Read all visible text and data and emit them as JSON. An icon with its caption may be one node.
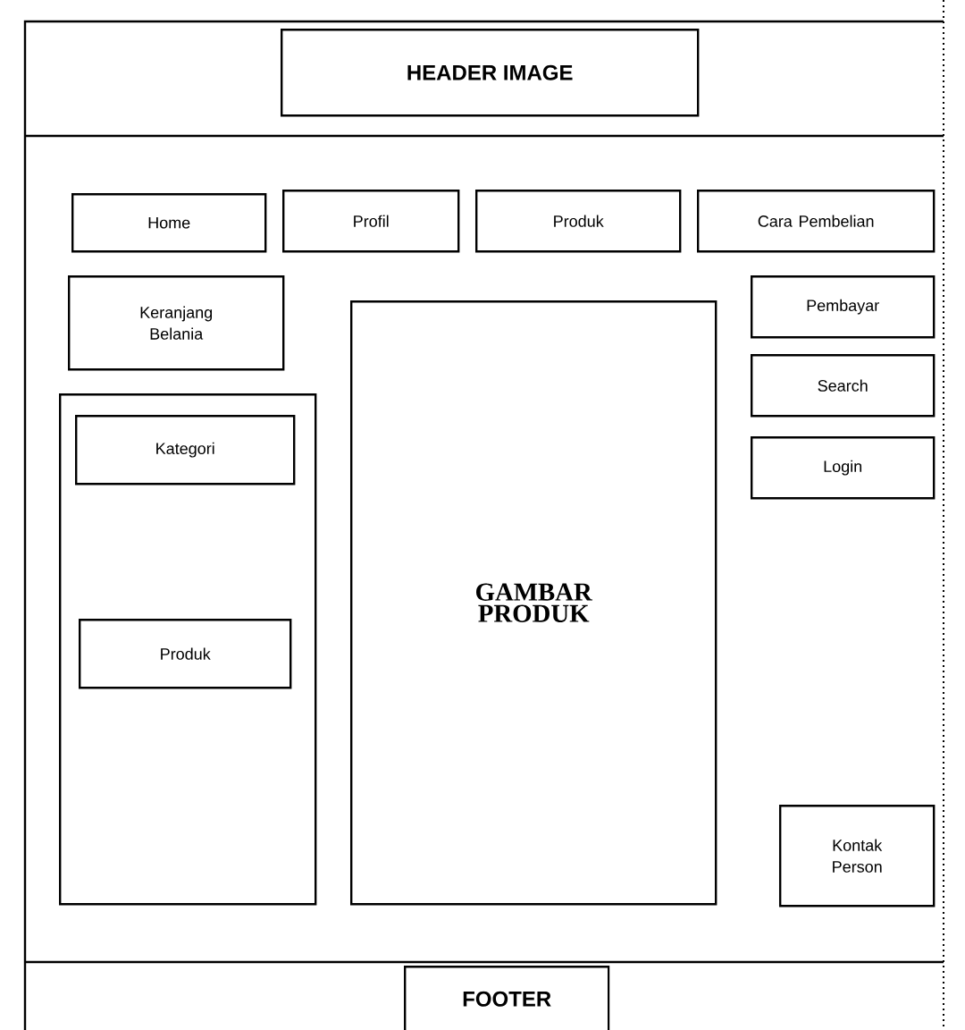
{
  "diagram": {
    "nodes": [
      {
        "text": [
          "HEADER IMAGE"
        ]
      },
      {
        "text": [
          "Home"
        ]
      },
      {
        "text": [
          "Profil"
        ]
      },
      {
        "text": [
          "Produk"
        ]
      },
      {
        "text": [
          "Cara Pembelian"
        ]
      },
      {
        "text": [
          "Keranjang Belania"
        ]
      },
      {
        "text": [],
        "shape": "box"
      },
      {
        "text": [
          "Kategori"
        ],
        "in": 6
      },
      {
        "text": [
          "Produk"
        ],
        "in": 6
      },
      {
        "text": [
          "GAMBAR PRODUK"
        ]
      },
      {
        "text": [
          "Pembayar"
        ]
      },
      {
        "text": [
          "Search"
        ]
      },
      {
        "text": [
          "Login"
        ]
      },
      {
        "text": [
          "Kontak Person"
        ]
      },
      {
        "text": [
          "FOOTER"
        ]
      }
    ]
  }
}
